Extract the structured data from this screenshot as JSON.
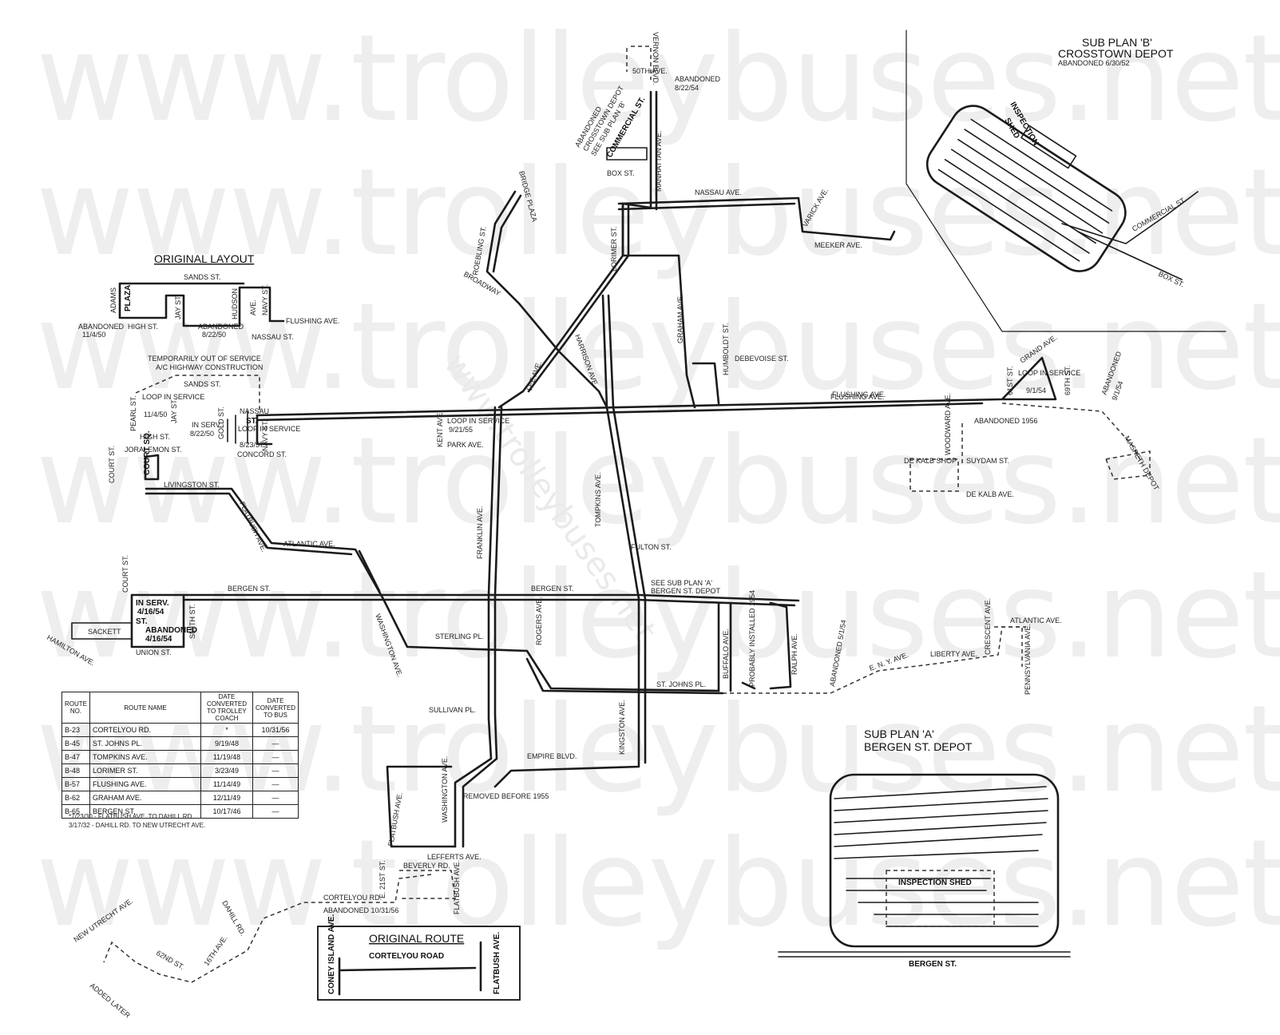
{
  "watermark": {
    "text": "www.trolleybuses.net",
    "diagonal_text": "www.trolleybuses.net"
  },
  "inset_original_layout": {
    "title": "ORIGINAL LAYOUT",
    "labels": [
      "SANDS ST.",
      "ADAMS",
      "PLAZA",
      "HIGH ST.",
      "JAY ST.",
      "ABANDONED",
      "11/4/50",
      "ABANDONED",
      "8/22/50",
      "HUDSON",
      "AVE.",
      "NAVY ST.",
      "FLUSHING AVE.",
      "NASSAU ST."
    ]
  },
  "sub_plan_b": {
    "title": "SUB PLAN 'B'",
    "subtitle": "CROSSTOWN DEPOT",
    "note": "ABANDONED 6/30/52",
    "labels": [
      "INSPECTION",
      "SHED",
      "COMMERCIAL ST.",
      "BOX ST."
    ]
  },
  "sub_plan_a": {
    "title": "SUB PLAN 'A'",
    "subtitle": "BERGEN ST. DEPOT",
    "labels": [
      "INSPECTION SHED",
      "BERGEN ST."
    ]
  },
  "original_route": {
    "title": "ORIGINAL ROUTE",
    "labels": [
      "CORTELYOU ROAD",
      "CONEY ISLAND AVE.",
      "FLATBUSH AVE."
    ]
  },
  "map_labels": {
    "north": [
      "VERNON BLVD.",
      "50TH AVE.",
      "ABANDONED",
      "8/22/54",
      "ABANDONED",
      "CROSSTOWN DEPOT",
      "SEE SUB PLAN 'B'",
      "COMMERCIAL ST.",
      "BOX ST.",
      "MANHATTAN AVE.",
      "NASSAU AVE.",
      "VARICK AVE.",
      "MEEKER AVE.",
      "BRIDGE PLAZA",
      "ROEBLING ST.",
      "BROADWAY",
      "LORIMER ST."
    ],
    "center": [
      "GRAHAM AVE.",
      "HUMBOLDT ST.",
      "DEBEVOISE ST.",
      "LEE AVE.",
      "HARRISON AVE.",
      "FLUSHING AVE.",
      "KENT AVE.",
      "LOOP IN SERVICE",
      "9/21/55",
      "PARK AVE.",
      "TOMPKINS AVE.",
      "FRANKLIN AVE.",
      "FULTON ST.",
      "SEE SUB PLAN 'A'",
      "BERGEN ST. DEPOT",
      "BERGEN ST.",
      "STERLING PL.",
      "ROGERS AVE.",
      "ST. JOHNS PL.",
      "BUFFALO AVE.",
      "PROBABLY INSTALLED 1954",
      "RALPH AVE.",
      "KINGSTON AVE.",
      "SULLIVAN PL.",
      "EMPIRE BLVD.",
      "WASHINGTON AVE.",
      "REMOVED BEFORE 1955",
      "FLATBUSH AVE.",
      "LEFFERTS AVE.",
      "BEVERLY RD.",
      "E. 21ST ST.",
      "FLATBUSH AVE.",
      "CORTELYOU RD.",
      "ABANDONED 10/31/56",
      "DAHILL RD.",
      "NEW UTRECHT AVE.",
      "62ND ST.",
      "16TH AVE.",
      "ADDED LATER"
    ],
    "west": [
      "TEMPORARILY OUT OF SERVICE",
      "A/C HIGHWAY CONSTRUCTION",
      "SANDS ST.",
      "PEARL ST.",
      "LOOP IN SERVICE",
      "11/4/50",
      "JAY ST.",
      "HIGH ST.",
      "IN SERV.",
      "8/22/50",
      "GOLD ST.",
      "NASSAU",
      "ST.",
      "LOOP IN SERVICE",
      "8/23/57",
      "NAVY ST.",
      "CONCORD ST.",
      "JORALEMON ST.",
      "COURT ST.",
      "COURT SQ.",
      "LIVINGSTON ST.",
      "FLATBUSH AVE.",
      "ATLANTIC AVE.",
      "COURT ST.",
      "IN SERV.",
      "4/16/54",
      "ST.",
      "ABANDONED",
      "4/16/54",
      "SACKETT",
      "HAMILTON AVE.",
      "UNION ST.",
      "SMITH ST.",
      "BERGEN ST.",
      "WASHINGTON AVE."
    ],
    "east": [
      "GRAND AVE.",
      "61ST ST.",
      "LOOP IN SERVICE",
      "9/1/54",
      "69TH ST.",
      "ABANDONED",
      "9/1/54",
      "MASPETH DEPOT",
      "FLUSHING AVE.",
      "ABANDONED 1956",
      "WOODWARD AVE.",
      "SUYDAM ST.",
      "DE KALB SHOP",
      "DE KALB AVE.",
      "ATLANTIC AVE.",
      "CRESCENT AVE.",
      "PENNSYLVANIA AVE.",
      "LIBERTY AVE.",
      "E. N. Y. AVE.",
      "ABANDONED 5/1/54"
    ]
  },
  "route_table": {
    "headers": [
      "ROUTE NO.",
      "ROUTE NAME",
      "DATE CONVERTED TO TROLLEY COACH",
      "DATE CONVERTED TO BUS"
    ],
    "rows": [
      {
        "no": "B-23",
        "name": "CORTELYOU RD.",
        "converted": "*",
        "bus": "10/31/56"
      },
      {
        "no": "B-45",
        "name": "ST. JOHNS PL.",
        "converted": "9/19/48",
        "bus": "—"
      },
      {
        "no": "B-47",
        "name": "TOMPKINS AVE.",
        "converted": "11/19/48",
        "bus": "—"
      },
      {
        "no": "B-48",
        "name": "LORIMER ST.",
        "converted": "3/23/49",
        "bus": "—"
      },
      {
        "no": "B-57",
        "name": "FLUSHING AVE.",
        "converted": "11/14/49",
        "bus": "—"
      },
      {
        "no": "B-62",
        "name": "GRAHAM AVE.",
        "converted": "12/11/49",
        "bus": "—"
      },
      {
        "no": "B-65",
        "name": "BERGEN ST.",
        "converted": "10/17/46",
        "bus": "—"
      }
    ],
    "footnote_1": "*7/23/30 - FLATBUSH AVE. TO DAHILL RD.",
    "footnote_2": "3/17/32 - DAHILL RD. TO NEW UTRECHT AVE."
  }
}
